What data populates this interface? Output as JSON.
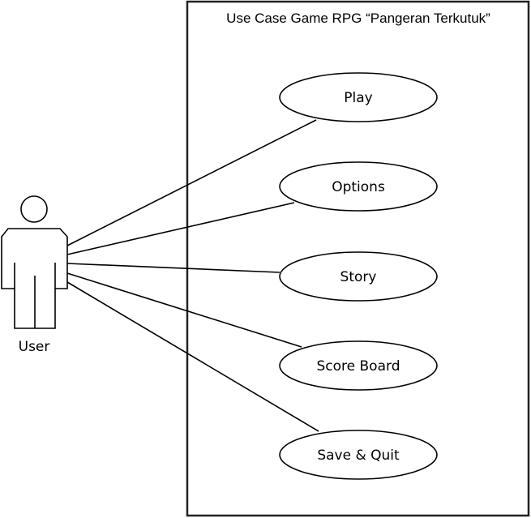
{
  "diagram": {
    "type": "uml-use-case",
    "system": {
      "title": "Use Case Game RPG “Pangeran Terkutuk”"
    },
    "actor": {
      "label": "User"
    },
    "use_cases": [
      {
        "label": "Play"
      },
      {
        "label": "Options"
      },
      {
        "label": "Story"
      },
      {
        "label": "Score Board"
      },
      {
        "label": "Save & Quit"
      }
    ],
    "associations": [
      {
        "from": "User",
        "to": "Play"
      },
      {
        "from": "User",
        "to": "Options"
      },
      {
        "from": "User",
        "to": "Story"
      },
      {
        "from": "User",
        "to": "Score Board"
      },
      {
        "from": "User",
        "to": "Save & Quit"
      }
    ],
    "colors": {
      "stroke": "#000000",
      "boundary": "#333333",
      "background": "#ffffff"
    }
  }
}
